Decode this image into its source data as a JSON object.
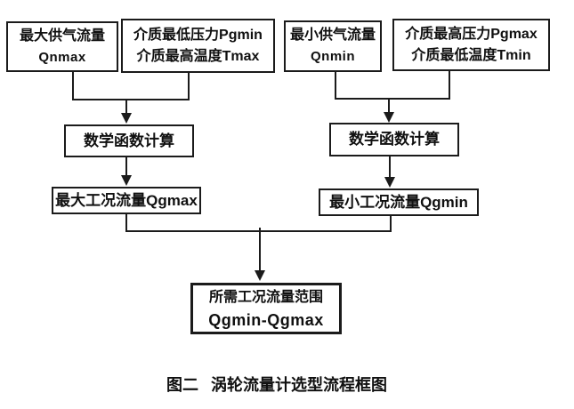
{
  "figure": {
    "caption_prefix": "图二",
    "caption_title": "涡轮流量计选型流程框图"
  },
  "nodes": {
    "qnmax": {
      "line1": "最大供气流量",
      "line2": "Qnmax"
    },
    "pgmin_tmax": {
      "line1": "介质最低压力Pgmin",
      "line2": "介质最高温度Tmax"
    },
    "qnmin": {
      "line1": "最小供气流量",
      "line2": "Qnmin"
    },
    "pgmax_tmin": {
      "line1": "介质最高压力Pgmax",
      "line2": "介质最低温度Tmin"
    },
    "calc_left": {
      "label": "数学函数计算"
    },
    "calc_right": {
      "label": "数学函数计算"
    },
    "qgmax": {
      "label": "最大工况流量Qgmax"
    },
    "qgmin": {
      "label": "最小工况流量Qgmin"
    },
    "result": {
      "line1": "所需工况流量范围",
      "line2": "Qgmin-Qgmax"
    }
  },
  "edges": [
    {
      "from": "qnmax",
      "to": "calc_left"
    },
    {
      "from": "pgmin_tmax",
      "to": "calc_left"
    },
    {
      "from": "calc_left",
      "to": "qgmax"
    },
    {
      "from": "qnmin",
      "to": "calc_right"
    },
    {
      "from": "pgmax_tmin",
      "to": "calc_right"
    },
    {
      "from": "calc_right",
      "to": "qgmin"
    },
    {
      "from": "qgmax",
      "to": "result"
    },
    {
      "from": "qgmin",
      "to": "result"
    }
  ],
  "colors": {
    "line": "#1b1b1b",
    "text": "#101010",
    "background": "#ffffff"
  }
}
